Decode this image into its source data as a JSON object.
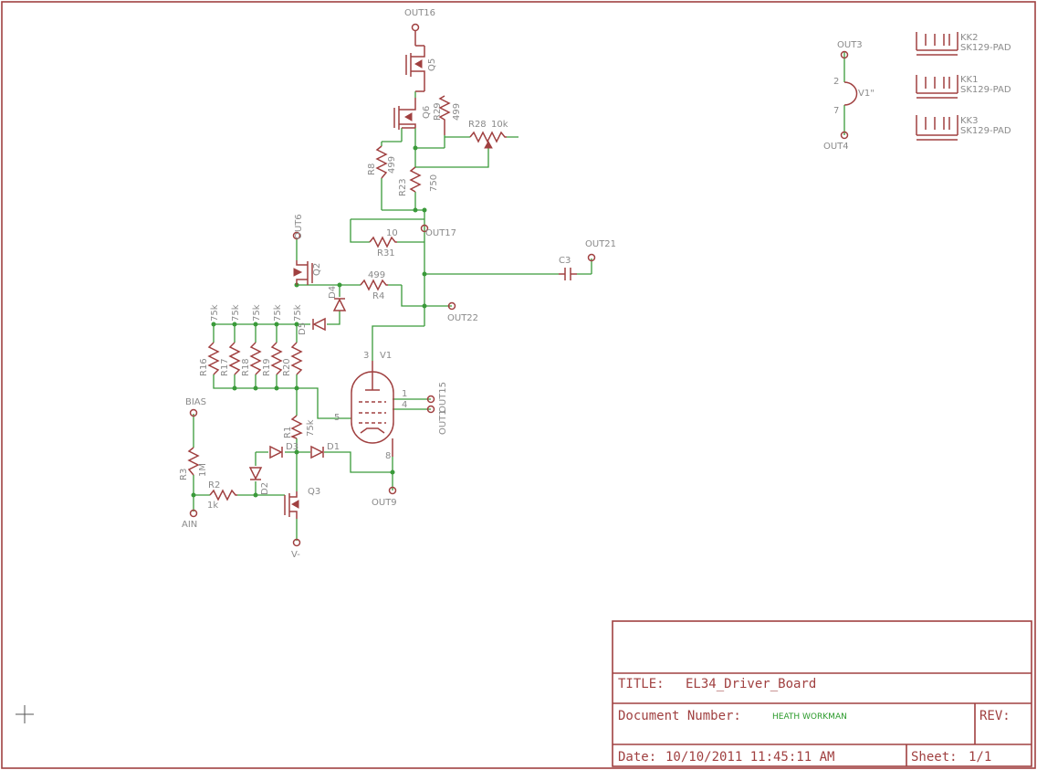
{
  "title_block": {
    "title_label": "TITLE:",
    "title_value": "EL34_Driver_Board",
    "docnum_label": "Document Number:",
    "docnum_value": "HEATH WORKMAN",
    "rev_label": "REV:",
    "date_label": "Date:",
    "date_value": "10/10/2011 11:45:11 AM",
    "sheet_label": "Sheet:",
    "sheet_value": "1/1"
  },
  "ports": {
    "out16": "OUT16",
    "out17": "OUT17",
    "out6": "OUT6",
    "out21": "OUT21",
    "out22": "OUT22",
    "out9": "OUT9",
    "out15": "OUT15",
    "out1": "OUT1",
    "out3": "OUT3",
    "out4": "OUT4",
    "bias": "BIAS",
    "ain": "AIN",
    "vminus": "V-"
  },
  "parts": {
    "q5": "Q5",
    "q6": "Q6",
    "q2": "Q2",
    "q3": "Q3",
    "r29": "R29",
    "r29_val": "499",
    "r28": "R28",
    "r28_val": "10k",
    "r8": "R8",
    "r8_val": "499",
    "r23": "R23",
    "r23_val": "750",
    "r31": "R31",
    "r31_val": "10",
    "r4": "R4",
    "r4_val": "499",
    "r16": "R16",
    "r17": "R17",
    "r18": "R18",
    "r19": "R19",
    "r20": "R20",
    "r1": "R1",
    "r2": "R2",
    "r2_val": "1k",
    "r3": "R3",
    "r3_val": "1M",
    "val_75k": "75k",
    "d1": "D1",
    "d2": "D2",
    "d3": "D3",
    "d4": "D4",
    "d5": "D5",
    "c3": "C3",
    "v1": "V1",
    "v1b": "V1\"",
    "kk1": "KK1",
    "kk2": "KK2",
    "kk3": "KK3",
    "heatsink": "SK129-PAD",
    "pin1": "1",
    "pin2": "2",
    "pin3": "3",
    "pin4": "4",
    "pin5": "5",
    "pin7": "7",
    "pin8": "8"
  },
  "colors": {
    "symbol": "#a04040",
    "wire": "#3a9a3a",
    "label": "#8a8a8a",
    "background": "#ffffff"
  }
}
